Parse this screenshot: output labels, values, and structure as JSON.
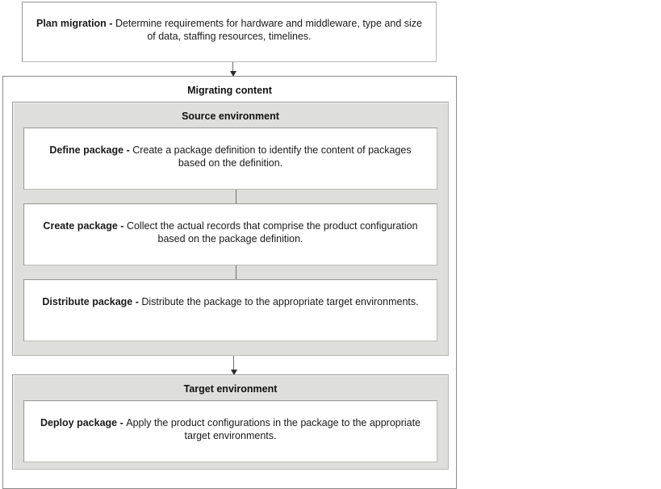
{
  "diagram": {
    "title_visible": false,
    "colors": {
      "page_background": "#ffffff",
      "group_fill": "#dededc",
      "step_fill": "#ffffff",
      "border": "#8a8a8a",
      "text": "#1a1a1a",
      "arrow": "#2b2b2b"
    },
    "plan_step": {
      "label": "Plan migration -",
      "description": "Determine requirements for hardware and middleware, type and size of data, staffing resources, timelines."
    },
    "migrating_content": {
      "title": "Migrating content",
      "source_environment": {
        "title": "Source environment",
        "steps": [
          {
            "label": "Define package -",
            "description": "Create a package definition to identify the content of packages based on the definition."
          },
          {
            "label": "Create package -",
            "description": "Collect the actual records that comprise the product configuration based on the package definition."
          },
          {
            "label": "Distribute package -",
            "description": "Distribute the package to the appropriate target environments."
          }
        ]
      },
      "target_environment": {
        "title": "Target environment",
        "steps": [
          {
            "label": "Deploy package -",
            "description": "Apply the product configurations in the package to the appropriate target environments."
          }
        ]
      }
    },
    "connectors": [
      {
        "name": "plan-to-migrating"
      },
      {
        "name": "define-to-create"
      },
      {
        "name": "create-to-distribute"
      },
      {
        "name": "source-to-target"
      }
    ]
  }
}
